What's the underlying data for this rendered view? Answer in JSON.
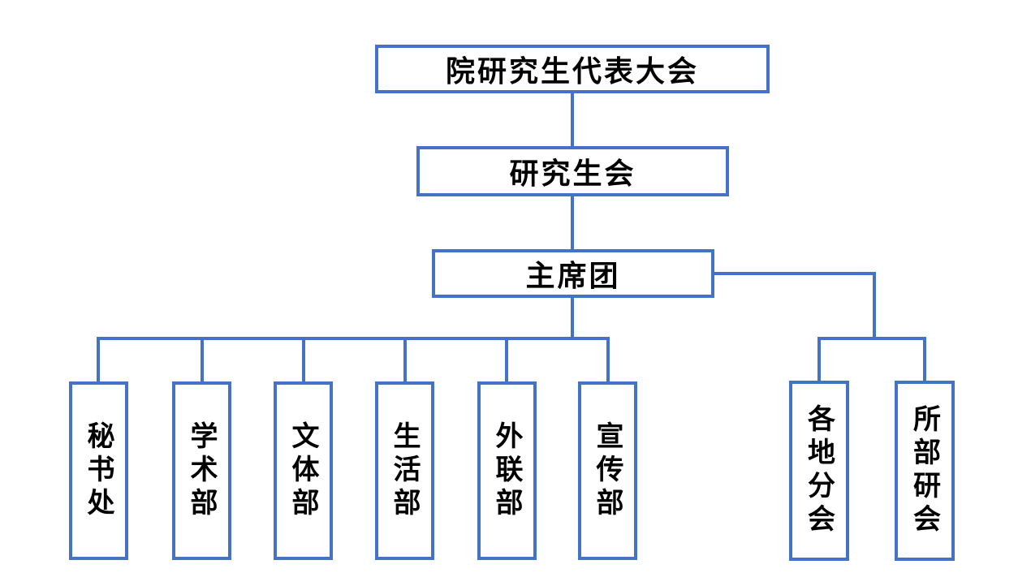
{
  "diagram": {
    "type": "org-chart",
    "colors": {
      "line": "#4472C4",
      "box_border": "#4472C4",
      "box_fill": "#FFFFFF",
      "text": "#000000",
      "background": "#FFFFFF"
    },
    "nodes": {
      "congress": {
        "label": "院研究生代表大会"
      },
      "union": {
        "label": "研究生会"
      },
      "presidium": {
        "label": "主席团"
      },
      "departments": [
        {
          "label": "秘书处"
        },
        {
          "label": "学术部"
        },
        {
          "label": "文体部"
        },
        {
          "label": "生活部"
        },
        {
          "label": "外联部"
        },
        {
          "label": "宣传部"
        }
      ],
      "branches": [
        {
          "label": "各地分会"
        },
        {
          "label": "所部研会"
        }
      ]
    },
    "edges": [
      {
        "from": "院研究生代表大会",
        "to": "研究生会"
      },
      {
        "from": "研究生会",
        "to": "主席团"
      },
      {
        "from": "主席团",
        "to": "秘书处"
      },
      {
        "from": "主席团",
        "to": "学术部"
      },
      {
        "from": "主席团",
        "to": "文体部"
      },
      {
        "from": "主席团",
        "to": "生活部"
      },
      {
        "from": "主席团",
        "to": "外联部"
      },
      {
        "from": "主席团",
        "to": "宣传部"
      },
      {
        "from": "主席团",
        "to": "各地分会"
      },
      {
        "from": "主席团",
        "to": "所部研会"
      }
    ]
  }
}
